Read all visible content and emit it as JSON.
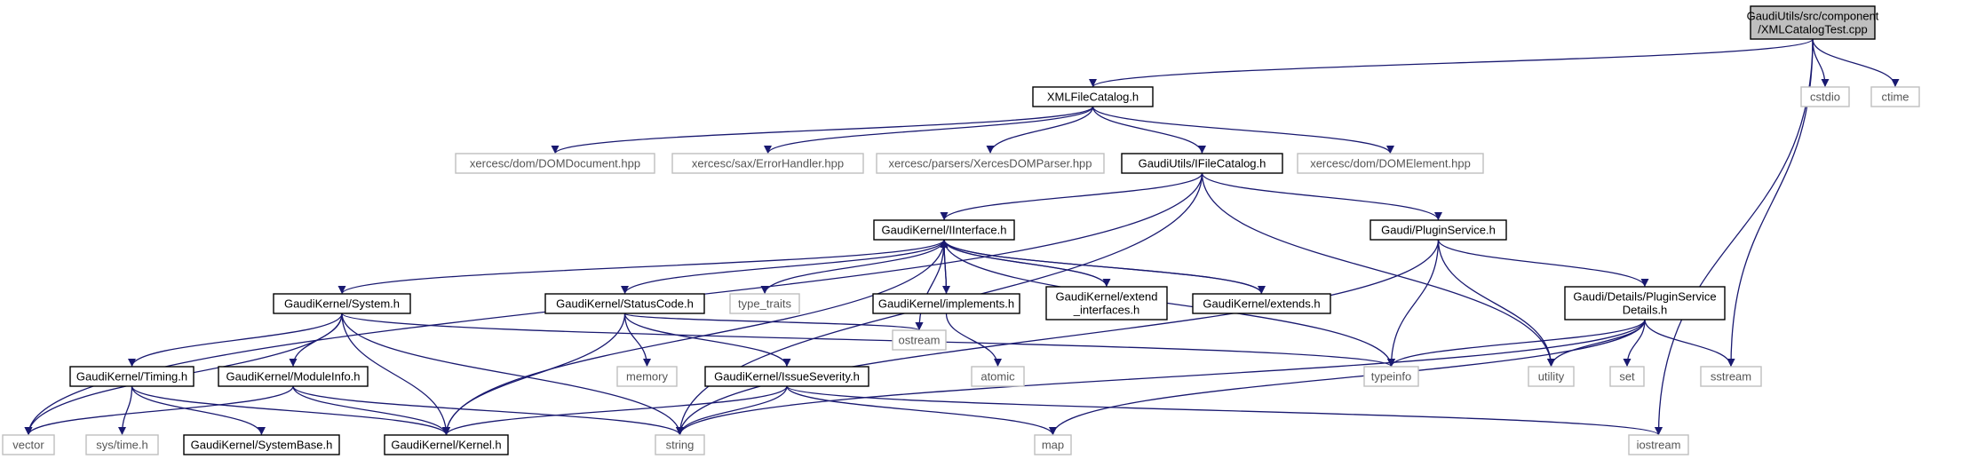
{
  "graph": {
    "nodes": [
      {
        "id": "root",
        "lines": [
          "GaudiUtils/src/component",
          "/XMLCatalogTest.cpp"
        ],
        "kind": "root"
      },
      {
        "id": "xmlfc",
        "lines": [
          "XMLFileCatalog.h"
        ],
        "kind": "file"
      },
      {
        "id": "cstdio",
        "lines": [
          "cstdio"
        ],
        "kind": "ext"
      },
      {
        "id": "ctime",
        "lines": [
          "ctime"
        ],
        "kind": "ext"
      },
      {
        "id": "domdoc",
        "lines": [
          "xercesc/dom/DOMDocument.hpp"
        ],
        "kind": "ext"
      },
      {
        "id": "errh",
        "lines": [
          "xercesc/sax/ErrorHandler.hpp"
        ],
        "kind": "ext"
      },
      {
        "id": "xparser",
        "lines": [
          "xercesc/parsers/XercesDOMParser.hpp"
        ],
        "kind": "ext"
      },
      {
        "id": "ifc",
        "lines": [
          "GaudiUtils/IFileCatalog.h"
        ],
        "kind": "file"
      },
      {
        "id": "domel",
        "lines": [
          "xercesc/dom/DOMElement.hpp"
        ],
        "kind": "ext"
      },
      {
        "id": "iint",
        "lines": [
          "GaudiKernel/IInterface.h"
        ],
        "kind": "file"
      },
      {
        "id": "plugsvc",
        "lines": [
          "Gaudi/PluginService.h"
        ],
        "kind": "file"
      },
      {
        "id": "system",
        "lines": [
          "GaudiKernel/System.h"
        ],
        "kind": "file"
      },
      {
        "id": "status",
        "lines": [
          "GaudiKernel/StatusCode.h"
        ],
        "kind": "file"
      },
      {
        "id": "ttraits",
        "lines": [
          "type_traits"
        ],
        "kind": "ext"
      },
      {
        "id": "impl",
        "lines": [
          "GaudiKernel/implements.h"
        ],
        "kind": "file"
      },
      {
        "id": "extint",
        "lines": [
          "GaudiKernel/extend",
          "_interfaces.h"
        ],
        "kind": "file"
      },
      {
        "id": "extends",
        "lines": [
          "GaudiKernel/extends.h"
        ],
        "kind": "file"
      },
      {
        "id": "psd",
        "lines": [
          "Gaudi/Details/PluginService",
          "Details.h"
        ],
        "kind": "file"
      },
      {
        "id": "timing",
        "lines": [
          "GaudiKernel/Timing.h"
        ],
        "kind": "file"
      },
      {
        "id": "modinfo",
        "lines": [
          "GaudiKernel/ModuleInfo.h"
        ],
        "kind": "file"
      },
      {
        "id": "memory",
        "lines": [
          "memory"
        ],
        "kind": "ext"
      },
      {
        "id": "issue",
        "lines": [
          "GaudiKernel/IssueSeverity.h"
        ],
        "kind": "file"
      },
      {
        "id": "ostream",
        "lines": [
          "ostream"
        ],
        "kind": "ext"
      },
      {
        "id": "atomic",
        "lines": [
          "atomic"
        ],
        "kind": "ext"
      },
      {
        "id": "typeinfo",
        "lines": [
          "typeinfo"
        ],
        "kind": "ext"
      },
      {
        "id": "utility",
        "lines": [
          "utility"
        ],
        "kind": "ext"
      },
      {
        "id": "set",
        "lines": [
          "set"
        ],
        "kind": "ext"
      },
      {
        "id": "sstream",
        "lines": [
          "sstream"
        ],
        "kind": "ext"
      },
      {
        "id": "vector",
        "lines": [
          "vector"
        ],
        "kind": "ext"
      },
      {
        "id": "systime",
        "lines": [
          "sys/time.h"
        ],
        "kind": "ext"
      },
      {
        "id": "sysbase",
        "lines": [
          "GaudiKernel/SystemBase.h"
        ],
        "kind": "file"
      },
      {
        "id": "kernel",
        "lines": [
          "GaudiKernel/Kernel.h"
        ],
        "kind": "file"
      },
      {
        "id": "string",
        "lines": [
          "string"
        ],
        "kind": "ext"
      },
      {
        "id": "map",
        "lines": [
          "map"
        ],
        "kind": "ext"
      },
      {
        "id": "iostream",
        "lines": [
          "iostream"
        ],
        "kind": "ext"
      }
    ],
    "edges": [
      [
        "root",
        "xmlfc"
      ],
      [
        "root",
        "cstdio"
      ],
      [
        "root",
        "ctime"
      ],
      [
        "root",
        "sstream"
      ],
      [
        "root",
        "iostream"
      ],
      [
        "xmlfc",
        "domdoc"
      ],
      [
        "xmlfc",
        "errh"
      ],
      [
        "xmlfc",
        "xparser"
      ],
      [
        "xmlfc",
        "ifc"
      ],
      [
        "xmlfc",
        "domel"
      ],
      [
        "ifc",
        "iint"
      ],
      [
        "ifc",
        "plugsvc"
      ],
      [
        "ifc",
        "vector"
      ],
      [
        "ifc",
        "string"
      ],
      [
        "ifc",
        "utility"
      ],
      [
        "iint",
        "system"
      ],
      [
        "iint",
        "status"
      ],
      [
        "iint",
        "ttraits"
      ],
      [
        "iint",
        "ostream"
      ],
      [
        "iint",
        "impl"
      ],
      [
        "iint",
        "extint"
      ],
      [
        "iint",
        "extends"
      ],
      [
        "iint",
        "typeinfo"
      ],
      [
        "iint",
        "kernel"
      ],
      [
        "impl",
        "iint"
      ],
      [
        "impl",
        "atomic"
      ],
      [
        "extint",
        "iint"
      ],
      [
        "extends",
        "iint"
      ],
      [
        "plugsvc",
        "psd"
      ],
      [
        "plugsvc",
        "typeinfo"
      ],
      [
        "plugsvc",
        "utility"
      ],
      [
        "plugsvc",
        "string"
      ],
      [
        "psd",
        "typeinfo"
      ],
      [
        "psd",
        "utility"
      ],
      [
        "psd",
        "set"
      ],
      [
        "psd",
        "sstream"
      ],
      [
        "psd",
        "string"
      ],
      [
        "psd",
        "map"
      ],
      [
        "system",
        "timing"
      ],
      [
        "system",
        "modinfo"
      ],
      [
        "system",
        "kernel"
      ],
      [
        "system",
        "string"
      ],
      [
        "system",
        "vector"
      ],
      [
        "system",
        "typeinfo"
      ],
      [
        "status",
        "memory"
      ],
      [
        "status",
        "issue"
      ],
      [
        "status",
        "ostream"
      ],
      [
        "status",
        "kernel"
      ],
      [
        "timing",
        "systime"
      ],
      [
        "timing",
        "sysbase"
      ],
      [
        "timing",
        "kernel"
      ],
      [
        "modinfo",
        "kernel"
      ],
      [
        "modinfo",
        "string"
      ],
      [
        "modinfo",
        "vector"
      ],
      [
        "issue",
        "kernel"
      ],
      [
        "issue",
        "string"
      ],
      [
        "issue",
        "map"
      ],
      [
        "issue",
        "iostream"
      ]
    ]
  }
}
